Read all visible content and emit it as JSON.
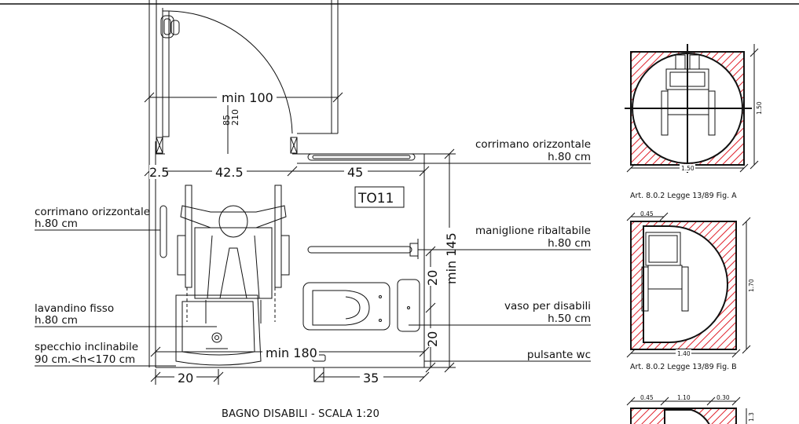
{
  "plan": {
    "room_code": "TO11",
    "caption": "BAGNO DISABILI - SCALA 1:20",
    "dims": {
      "door_width": "min 100",
      "door_h1": "85",
      "door_h2": "210",
      "gap": "2.5",
      "clear_left": "42.5",
      "clear_right": "45",
      "depth": "min 145",
      "wc_up": "20",
      "wc_down": "20",
      "room_width": "min 180",
      "bottom_left": "20",
      "bottom_right": "35"
    },
    "labels": {
      "handrail_left_1": "corrimano orizzontale",
      "handrail_left_2": "h.80 cm",
      "sink_1": "lavandino fisso",
      "sink_2": "h.80 cm",
      "mirror_1": "specchio inclinabile",
      "mirror_2": "90 cm.<h<170 cm",
      "handrail_right_1": "corrimano orizzontale",
      "handrail_right_2": "h.80 cm",
      "grab_bar_1": "maniglione ribaltabile",
      "grab_bar_2": "h.80 cm",
      "wc_1": "vaso per disabili",
      "wc_2": "h.50 cm",
      "flush": "pulsante wc"
    }
  },
  "figures": {
    "a": {
      "height": "1.50",
      "width": "1.50",
      "caption": "Art. 8.0.2 Legge 13/89 Fig. A"
    },
    "b": {
      "top": "0.45",
      "width": "1.40",
      "height": "1.70",
      "caption": "Art. 8.0.2 Legge 13/89 Fig. B"
    },
    "c": {
      "top_left": "0.45",
      "top_mid": "1.10",
      "top_right": "0.30",
      "side": "1.3"
    }
  },
  "colors": {
    "line": "#111111",
    "hatch": "#e0202a"
  }
}
